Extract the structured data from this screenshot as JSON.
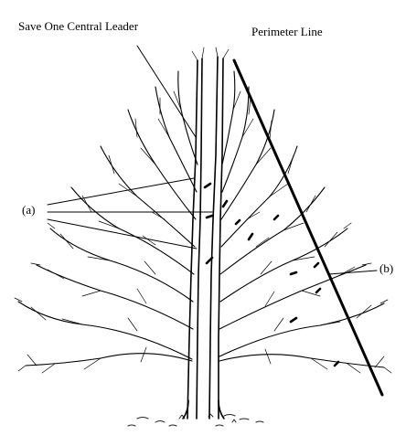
{
  "labels": {
    "central_leader": "Save One Central Leader",
    "perimeter_line": "Perimeter Line",
    "a": "(a)",
    "b": "(b)"
  },
  "colors": {
    "ink": "#000000",
    "background": "#ffffff"
  }
}
